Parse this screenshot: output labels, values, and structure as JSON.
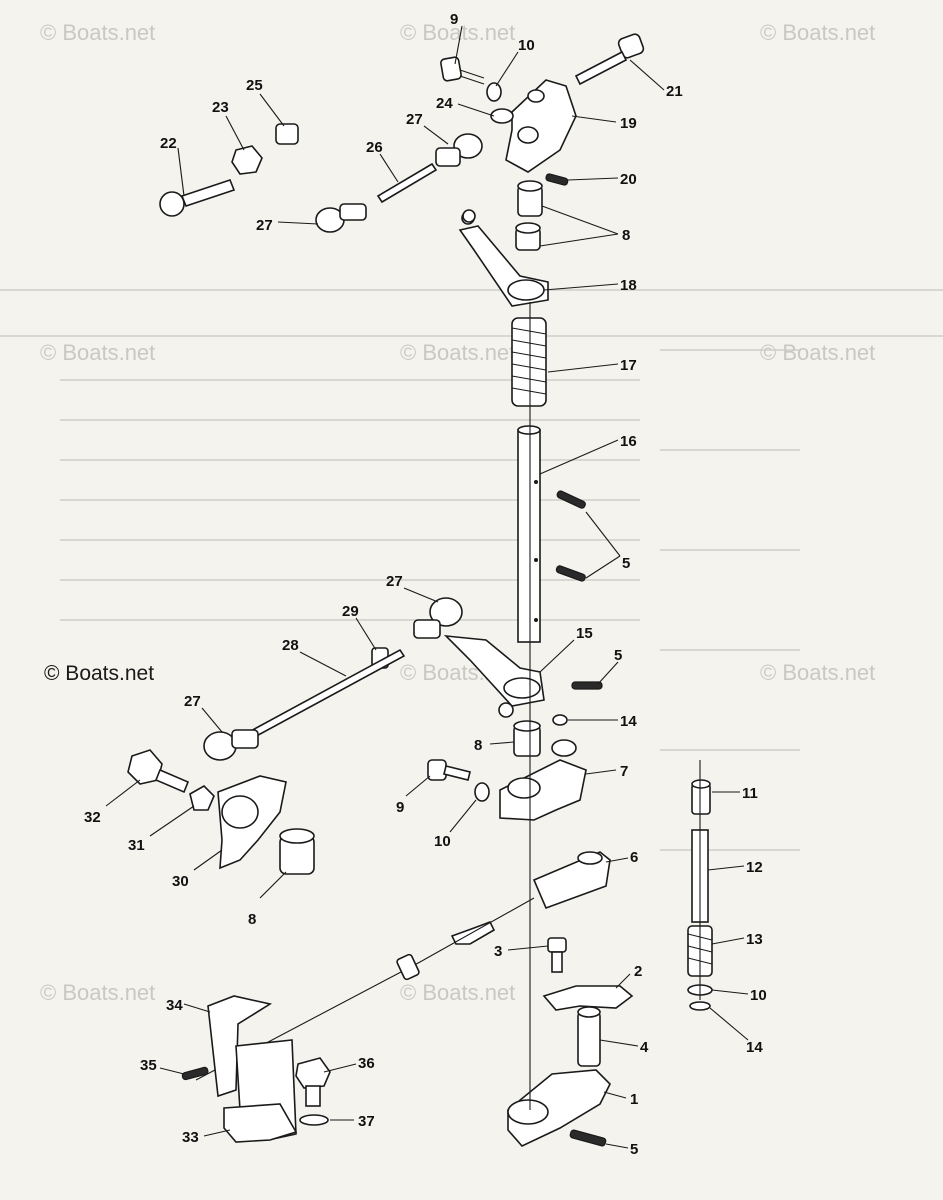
{
  "watermarks": [
    {
      "text": "© Boats.net"
    },
    {
      "text": "© Boats.net"
    },
    {
      "text": "© Boats.net"
    },
    {
      "text": "© Boats.net"
    },
    {
      "text": "© Boats.net"
    },
    {
      "text": "© Boats.net"
    },
    {
      "text": "© Boats.net"
    },
    {
      "text": "© Boats.net"
    },
    {
      "text": "© Boats.net"
    },
    {
      "text": "© Boats.net"
    }
  ],
  "corner_mark": "© Boats.net",
  "callouts": [
    {
      "num": "9"
    },
    {
      "num": "10"
    },
    {
      "num": "21"
    },
    {
      "num": "25"
    },
    {
      "num": "23"
    },
    {
      "num": "24"
    },
    {
      "num": "19"
    },
    {
      "num": "22"
    },
    {
      "num": "27"
    },
    {
      "num": "26"
    },
    {
      "num": "20"
    },
    {
      "num": "27"
    },
    {
      "num": "8"
    },
    {
      "num": "18"
    },
    {
      "num": "17"
    },
    {
      "num": "16"
    },
    {
      "num": "5"
    },
    {
      "num": "27"
    },
    {
      "num": "29"
    },
    {
      "num": "15"
    },
    {
      "num": "28"
    },
    {
      "num": "5"
    },
    {
      "num": "27"
    },
    {
      "num": "14"
    },
    {
      "num": "8"
    },
    {
      "num": "7"
    },
    {
      "num": "9"
    },
    {
      "num": "11"
    },
    {
      "num": "32"
    },
    {
      "num": "10"
    },
    {
      "num": "31"
    },
    {
      "num": "30"
    },
    {
      "num": "12"
    },
    {
      "num": "8"
    },
    {
      "num": "6"
    },
    {
      "num": "13"
    },
    {
      "num": "3"
    },
    {
      "num": "2"
    },
    {
      "num": "10"
    },
    {
      "num": "34"
    },
    {
      "num": "14"
    },
    {
      "num": "4"
    },
    {
      "num": "36"
    },
    {
      "num": "35"
    },
    {
      "num": "1"
    },
    {
      "num": "37"
    },
    {
      "num": "33"
    },
    {
      "num": "5"
    }
  ],
  "colors": {
    "ink": "#1a1a1a",
    "paper": "#f4f3ee",
    "watermark": "#c9c9c4"
  }
}
